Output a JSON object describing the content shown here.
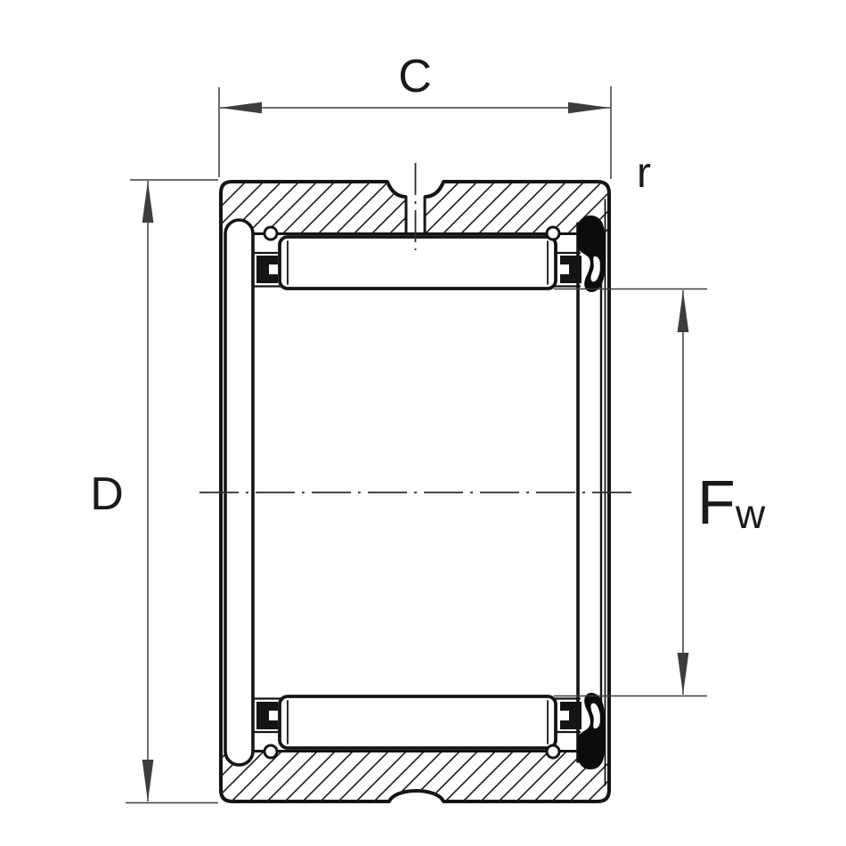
{
  "drawing": {
    "type": "technical-drawing",
    "subject": "needle-roller-bearing-cross-section",
    "colors": {
      "line": "#141414",
      "dimension": "#3d3d3d",
      "background": "#ffffff"
    },
    "labels": {
      "width": "C",
      "outer_diameter": "D",
      "chamfer_radius": "r",
      "bore_diameter_main": "F",
      "bore_diameter_sub": "w"
    }
  }
}
